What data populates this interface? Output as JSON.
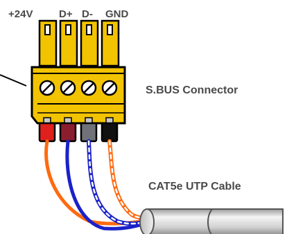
{
  "pins": [
    {
      "label": "+24V",
      "wire_color": "#e0201c",
      "sleeve_color": "#ff6a10"
    },
    {
      "label": "D+",
      "wire_color": "#8b1e2e",
      "sleeve_color": "#1a22c8"
    },
    {
      "label": "D-",
      "wire_color": "#6f7378",
      "sleeve_color": "#1a22c8"
    },
    {
      "label": "GND",
      "wire_color": "#111111",
      "sleeve_color": "#ff6a10"
    }
  ],
  "connector_label": "S.BUS Connector",
  "cable_label": "CAT5e UTP Cable",
  "colors": {
    "connector_body": "#f2c300",
    "connector_outline": "#000000",
    "cable_jacket": "#d4d4d4",
    "orange_wire": "#ff6a10",
    "blue_wire": "#1a22c8",
    "label_text": "#4a4a4a"
  }
}
